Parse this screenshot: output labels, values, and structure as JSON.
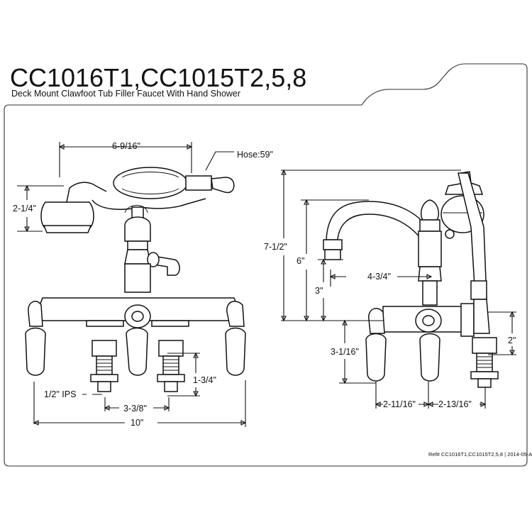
{
  "header": {
    "model": "CC1016T1,CC1015T2,5,8",
    "description": "Deck Mount Clawfoot Tub Filler Faucet With Hand Shower"
  },
  "dimensions": {
    "spray_spacing": "6-9/16\"",
    "hose_length": "Hose:59\"",
    "spray_head_height": "2-1/4\"",
    "pipe_thread": "1/2\" IPS",
    "shank_length": "1-3/4\"",
    "adjustable_centers": "3-3/8\"",
    "overall_width": "10\"",
    "overall_height": "7-1/2\"",
    "spout_height": "6\"",
    "spout_reach": "4-3/4\"",
    "spout_clearance": "3\"",
    "handle_height": "3-1/16\"",
    "riser_offset": "2\"",
    "left_offset": "2-11/16\"",
    "right_offset": "2-13/16\""
  },
  "footer": {
    "reference": "Ref# CC1016T1,CC1015T2,5,8 | 2014-05-A"
  }
}
